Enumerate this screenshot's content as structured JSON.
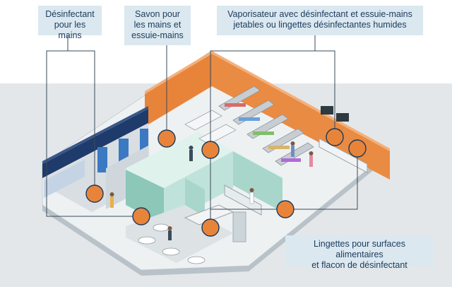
{
  "callouts": {
    "hand_sanitizer": "Désinfectant\npour les mains",
    "soap": "Savon pour\nles mains et\nessuie-mains",
    "spray": "Vaporisateur avec désinfectant et essuie-mains\njetables ou lingettes désinfectantes humides",
    "wipes": "Lingettes pour surfaces alimentaires\net flacon de désinfectant"
  },
  "colors": {
    "callout_bg": "#dbe8f0",
    "callout_text": "#1b3a5c",
    "marker": "#e8843a",
    "leader_line": "#3a4a5a",
    "wall_orange": "#e8843a",
    "wall_navy": "#1f3b6b",
    "wall_mint": "#bfe3da",
    "floor": "#eef1f2",
    "background_band": "#e4e7ea"
  }
}
